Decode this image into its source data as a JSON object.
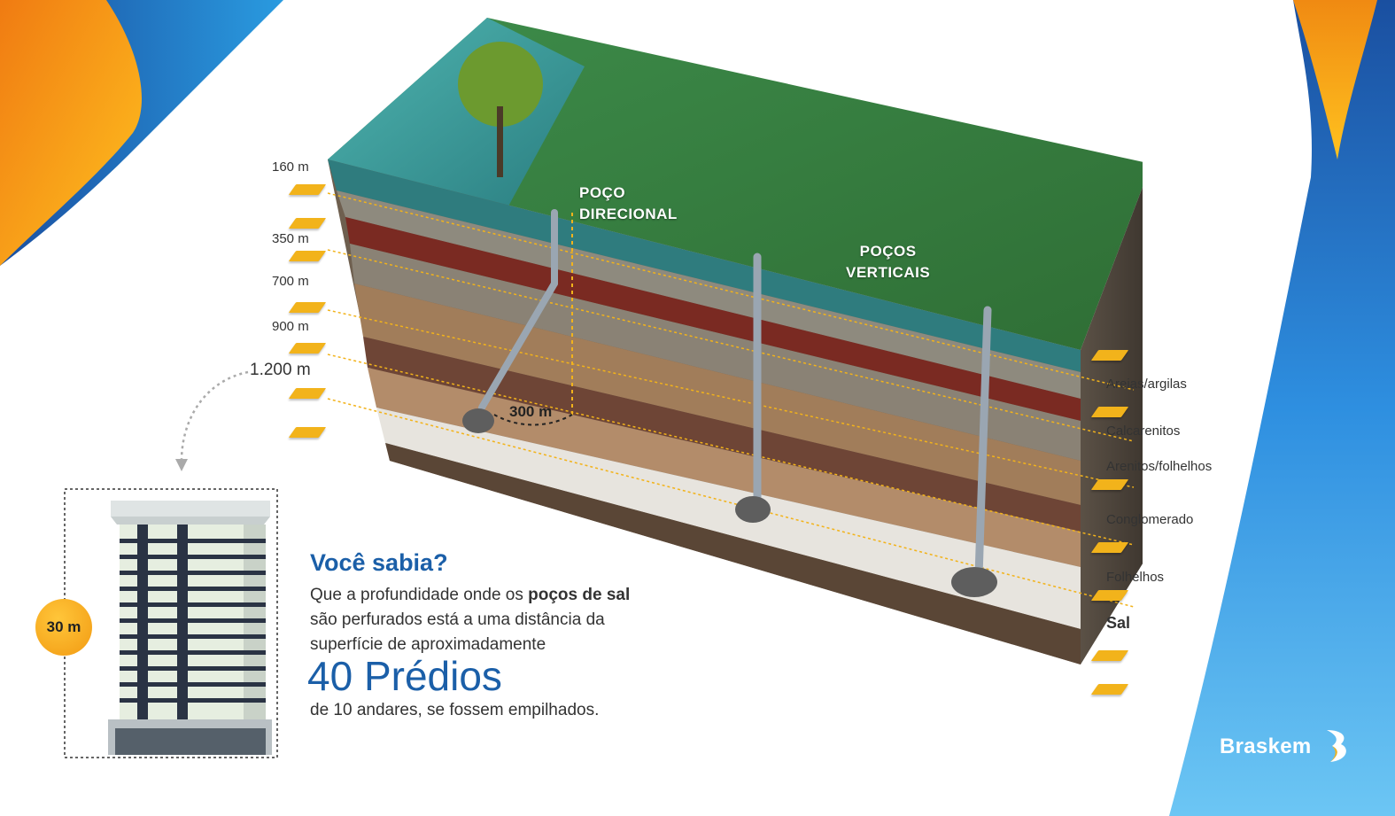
{
  "depths": [
    "160 m",
    "350 m",
    "700 m",
    "900 m",
    "1.200 m"
  ],
  "wells": {
    "directional": [
      "POÇO",
      "DIRECIONAL"
    ],
    "vertical": [
      "POÇOS",
      "VERTICAIS"
    ],
    "radius": "300 m"
  },
  "layers": [
    "Areias/argilas",
    "Calcarenitos",
    "Arenitos/folhelhos",
    "Conglomerado",
    "Folhelhos",
    "Sal"
  ],
  "fact": {
    "title": "Você sabia?",
    "line1_pre": "Que a profundidade onde os ",
    "line1_bold": "poços de sal",
    "line2": "são perfurados está a uma distância da",
    "line3": "superfície de aproximadamente",
    "big": "40 Prédios",
    "end": "de 10 andares, se fossem empilhados."
  },
  "building_height": "30 m",
  "brand": "Braskem",
  "colors": {
    "accent_blue": "#1b5fa8",
    "accent_orange": "#f29a12",
    "marker_yellow": "#f2b31b"
  }
}
